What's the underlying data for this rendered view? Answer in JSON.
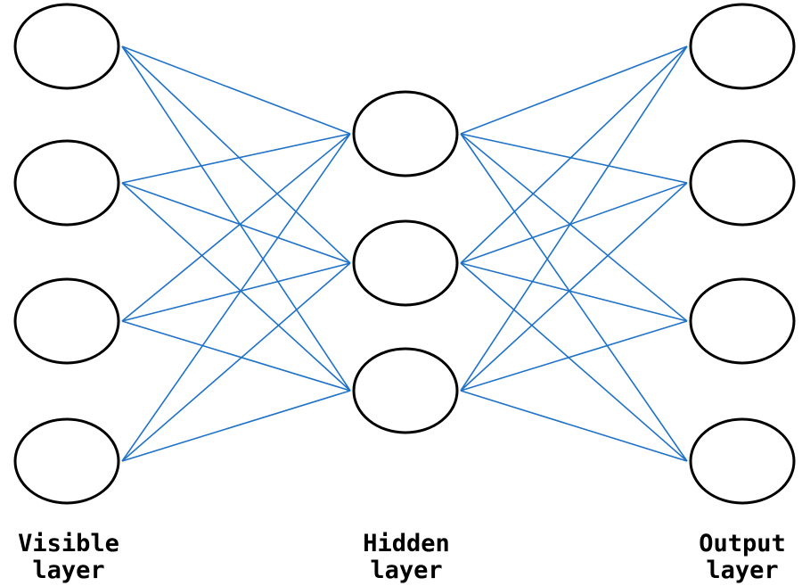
{
  "diagram": {
    "layers": [
      {
        "id": "visible",
        "line1": "Visible",
        "line2": "layer",
        "node_count": 4
      },
      {
        "id": "hidden",
        "line1": "Hidden",
        "line2": "layer",
        "node_count": 3
      },
      {
        "id": "output",
        "line1": "Output",
        "line2": "layer",
        "node_count": 4
      }
    ],
    "connections": "fully-connected between adjacent layers",
    "colors": {
      "edge": "#1f72c8",
      "node_stroke": "#000000",
      "node_fill": "#ffffff",
      "background": "#ffffff"
    }
  }
}
